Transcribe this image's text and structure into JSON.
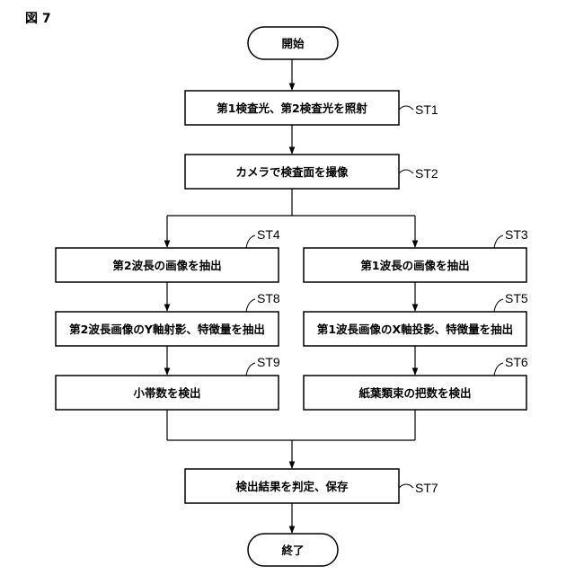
{
  "figure_label": "図 7",
  "nodes": {
    "start": "開始",
    "st1": "第1検査光、第2検査光を照射",
    "st2": "カメラで検査面を撮像",
    "st4": "第2波長の画像を抽出",
    "st3": "第1波長の画像を抽出",
    "st8": "第2波長画像のY軸射影、特徴量を抽出",
    "st5": "第1波長画像のX軸投影、特徴量を抽出",
    "st9": "小帯数を検出",
    "st6": "紙葉類束の把数を検出",
    "st7": "検出結果を判定、保存",
    "end": "終了"
  },
  "step_labels": {
    "st1": "ST1",
    "st2": "ST2",
    "st4": "ST4",
    "st3": "ST3",
    "st8": "ST8",
    "st5": "ST5",
    "st9": "ST9",
    "st6": "ST6",
    "st7": "ST7"
  }
}
